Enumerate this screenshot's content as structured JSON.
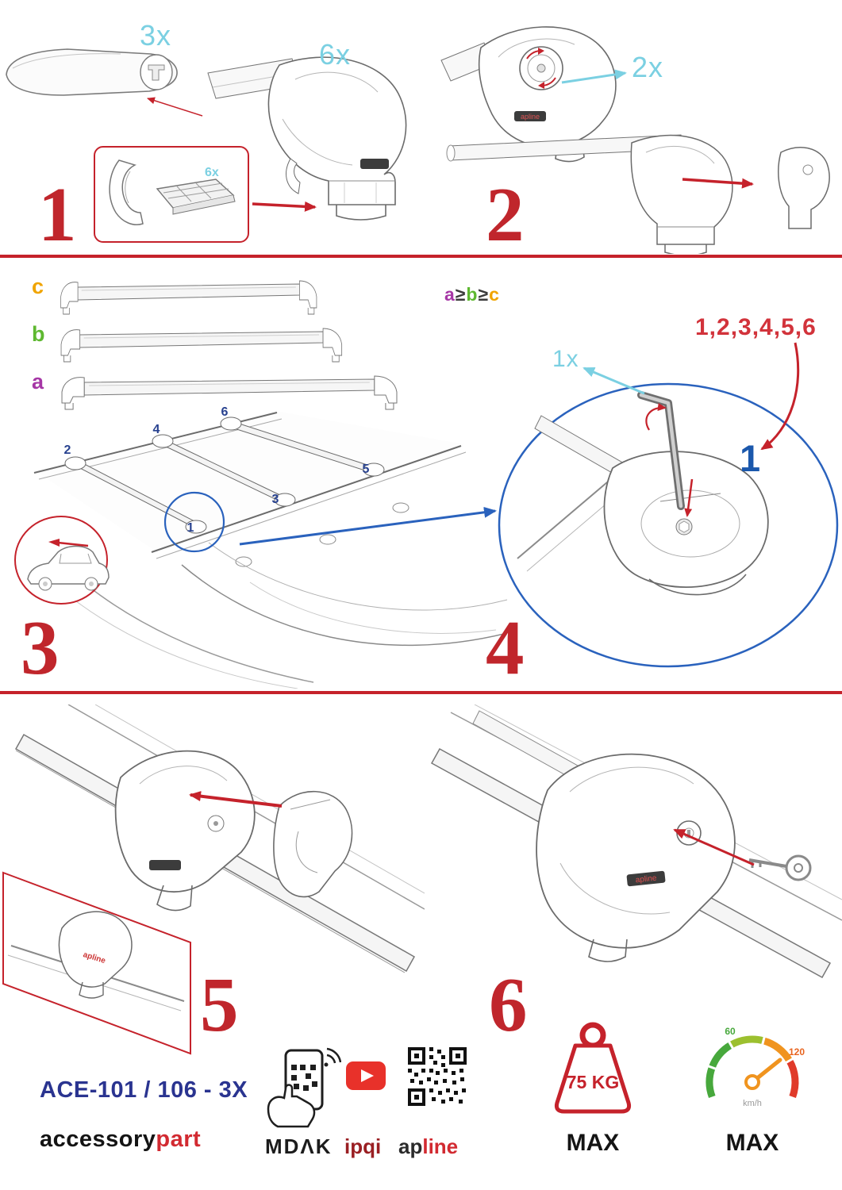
{
  "colors": {
    "red": "#c5222b",
    "cyan": "#7bd0e2",
    "blue": "#2a62bd",
    "navy": "#2a3490",
    "purple": "#a637a6",
    "green": "#5eb830",
    "orange": "#f0a400"
  },
  "step1": {
    "number": "1",
    "bar_qty": "3x",
    "foot_qty": "6x",
    "inset_qty": "6x"
  },
  "step2": {
    "number": "2",
    "dial_qty": "2x"
  },
  "step3": {
    "number": "3",
    "bar_labels": {
      "c": "c",
      "b": "b",
      "a": "a"
    },
    "size_rule": {
      "a": "a",
      "gte1": "≥",
      "b": "b",
      "gte2": "≥",
      "c": "c"
    },
    "positions": [
      "1",
      "2",
      "3",
      "4",
      "5",
      "6"
    ]
  },
  "step4": {
    "number": "4",
    "tool_qty": "1x",
    "tighten_sequence": "1,2,3,4,5,6",
    "position_highlight": "1"
  },
  "step5": {
    "number": "5"
  },
  "step6": {
    "number": "6"
  },
  "branding": {
    "apline_badge": "apline"
  },
  "footer": {
    "model": "ACE-101 / 106 - 3X",
    "brand_black": "accessory",
    "brand_red": "part",
    "mdak": "MDΛK",
    "ipqi": "ipqi",
    "apline_black": "ap",
    "apline_red": "line",
    "weight_value": "75 KG",
    "weight_max": "MAX",
    "speed_low": "60",
    "speed_high": "120",
    "speed_unit": "km/h",
    "speed_max": "MAX"
  }
}
